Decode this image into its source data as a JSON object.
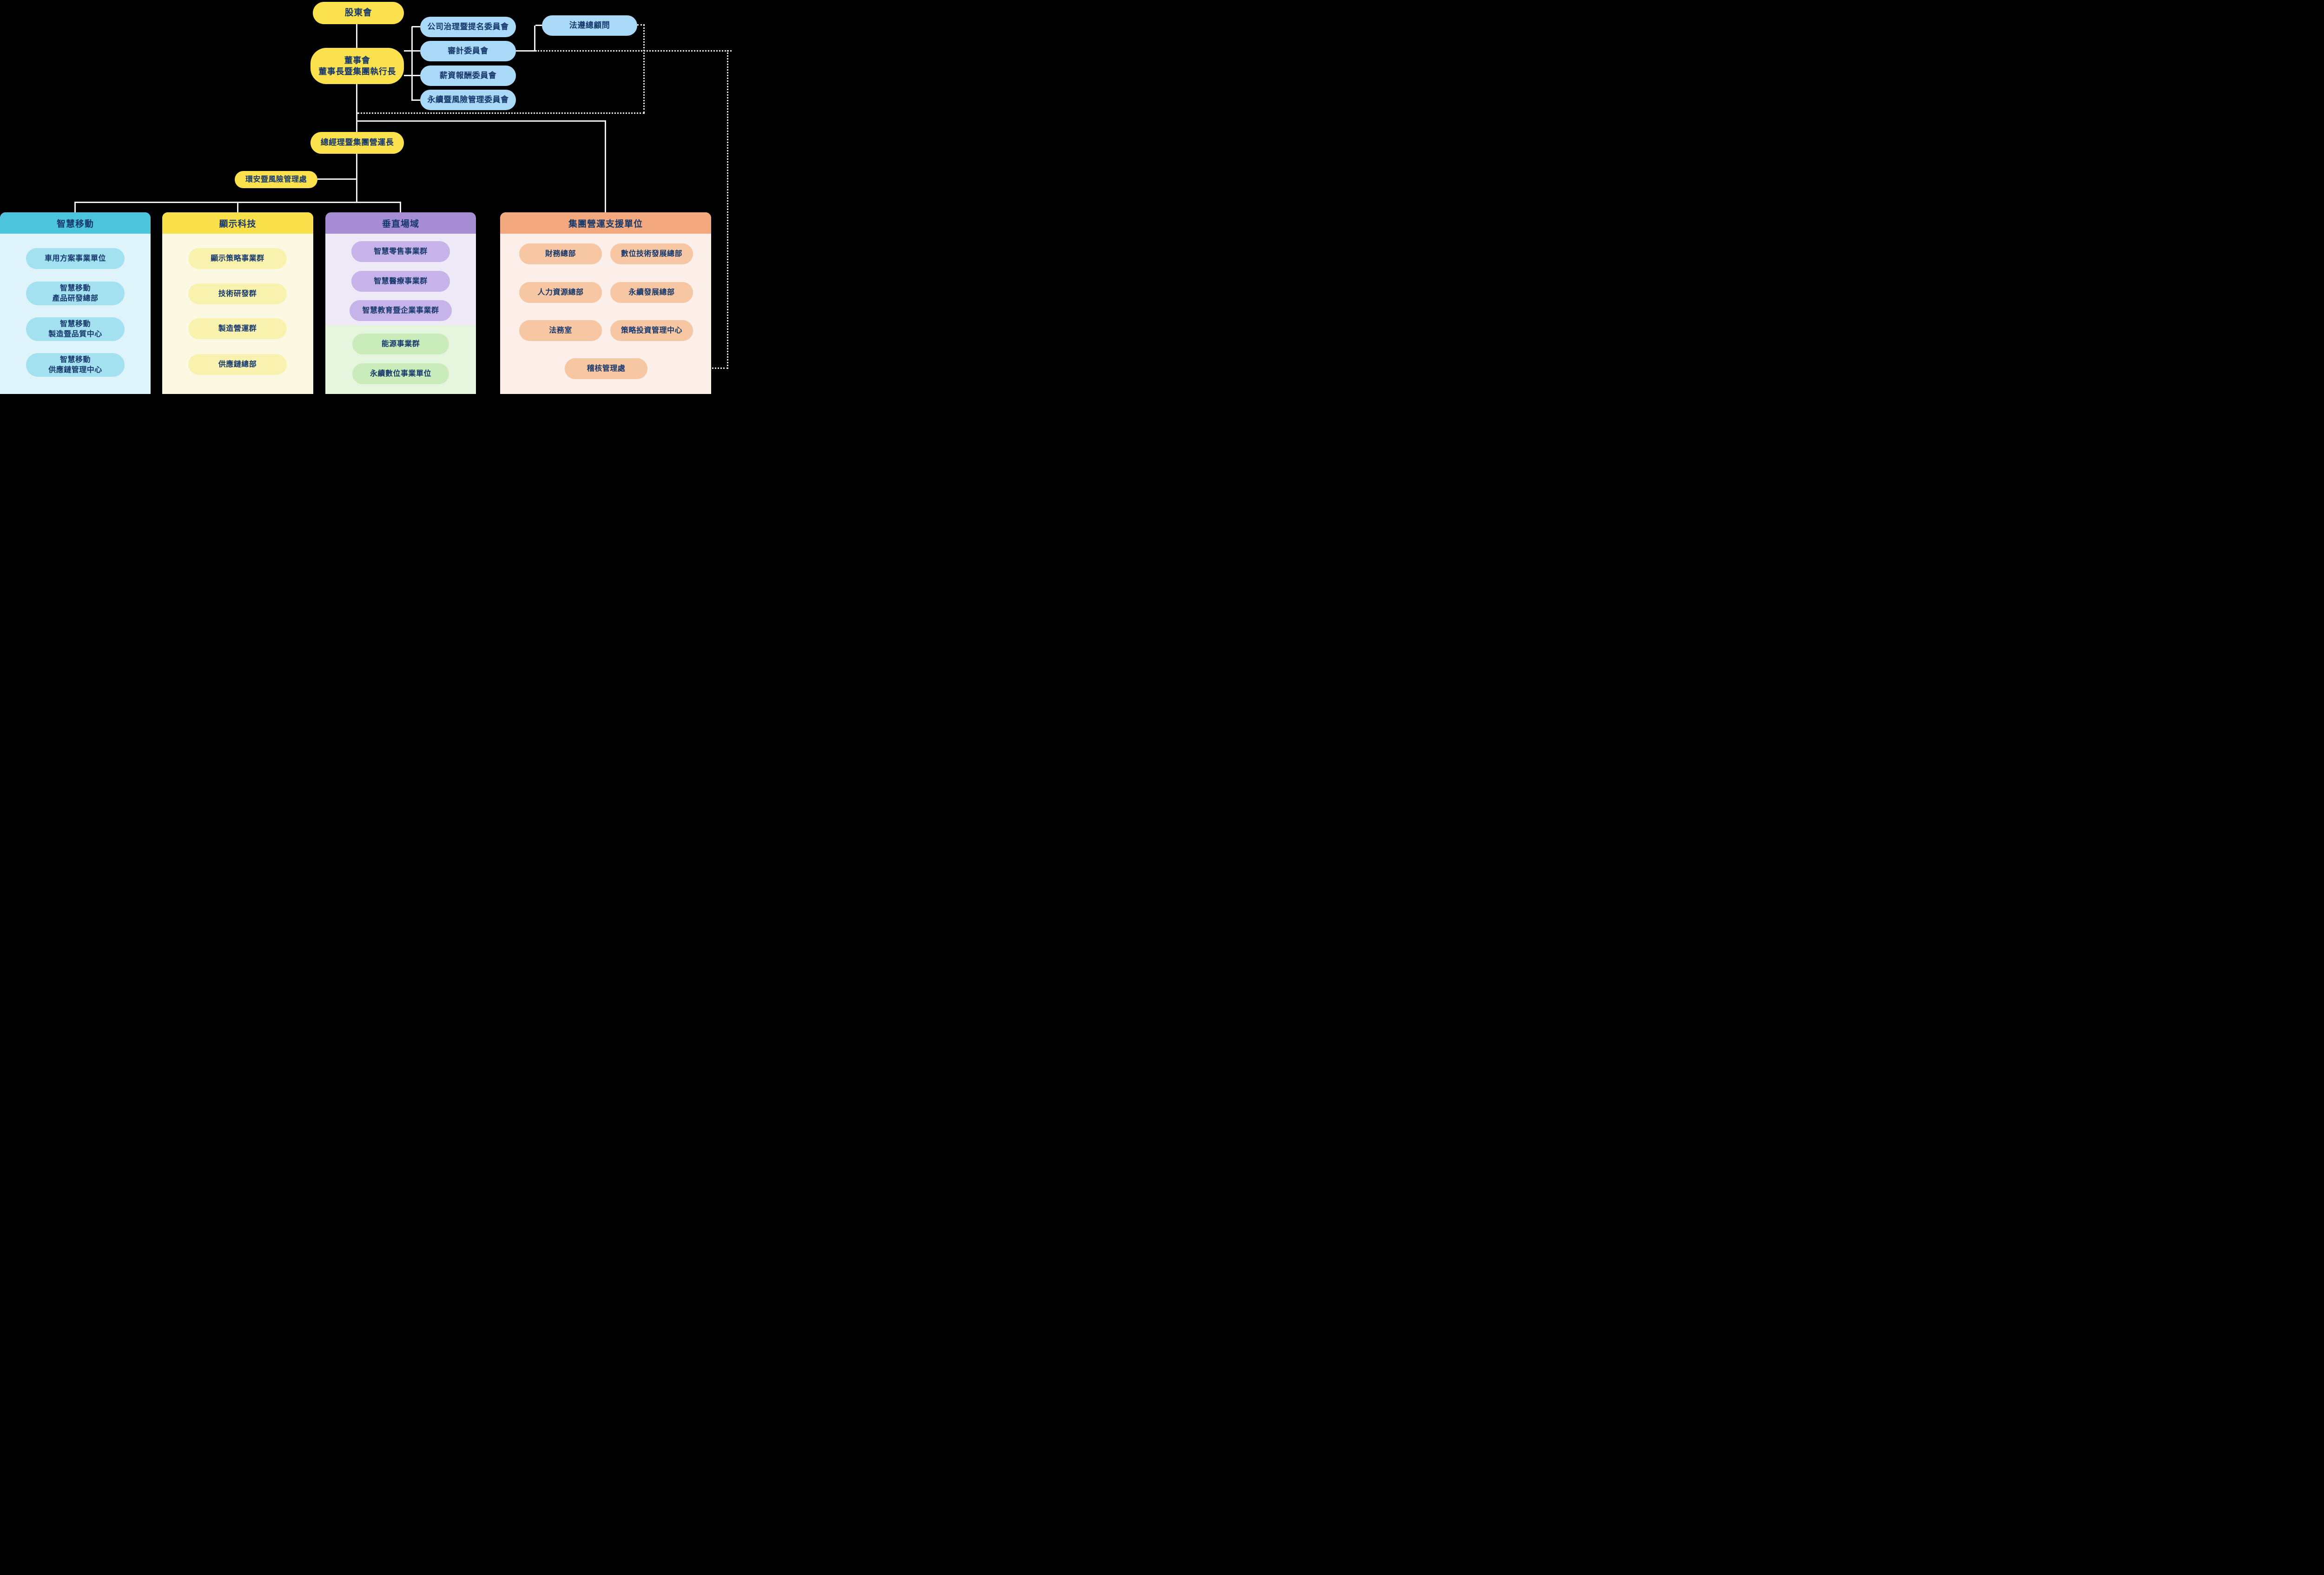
{
  "org": {
    "shareholders": "股東會",
    "board": {
      "line1": "董事會",
      "line2": "董事長暨集團執行長"
    },
    "committees": [
      "公司治理暨提名委員會",
      "審計委員會",
      "薪資報酬委員會",
      "永續暨風險管理委員會"
    ],
    "compliance_advisor": "法遵總顧問",
    "president": "總經理暨集團營運長",
    "ehs_risk_office": "環安暨風險管理處"
  },
  "groups": {
    "smart_mobility": {
      "title": "智慧移動",
      "items": [
        {
          "l1": "車用方案事業單位"
        },
        {
          "l1": "智慧移動",
          "l2": "產品研發總部"
        },
        {
          "l1": "智慧移動",
          "l2": "製造暨品質中心"
        },
        {
          "l1": "智慧移動",
          "l2": "供應鏈管理中心"
        }
      ]
    },
    "display_tech": {
      "title": "顯示科技",
      "items": [
        "顯示策略事業群",
        "技術研發群",
        "製造營運群",
        "供應鏈總部"
      ]
    },
    "vertical_domains": {
      "title": "垂直場域",
      "purple_items": [
        "智慧零售事業群",
        "智慧醫療事業群",
        "智慧教育暨企業事業群"
      ],
      "green_items": [
        "能源事業群",
        "永續數位事業單位"
      ]
    },
    "group_support": {
      "title": "集團營運支援單位",
      "left_items": [
        "財務總部",
        "人力資源總部",
        "法務室"
      ],
      "right_items": [
        "數位技術發展總部",
        "永續發展總部",
        "策略投資管理中心"
      ],
      "bottom_item": "稽核管理處"
    }
  },
  "colors": {
    "background": "#000000",
    "text": "#17386B",
    "yellow_node": "#FBE14D",
    "blue_node": "#A9D9F7",
    "teal_header": "#4CC5DC",
    "teal_body": "#DFF4FA",
    "teal_item": "#A3E1F0",
    "yellow_header": "#F9E04A",
    "yellow_body": "#FCF9E3",
    "yellow_item": "#F9F2AE",
    "purple_header": "#A78DD4",
    "purple_body": "#EDE9F7",
    "purple_item": "#C6B3E9",
    "green_body": "#E6F5DE",
    "green_item": "#C9ECBA",
    "orange_header": "#F4A87D",
    "orange_body": "#FCEEE8",
    "orange_item": "#F7C6A3",
    "connector_line": "#EFEFEF"
  }
}
